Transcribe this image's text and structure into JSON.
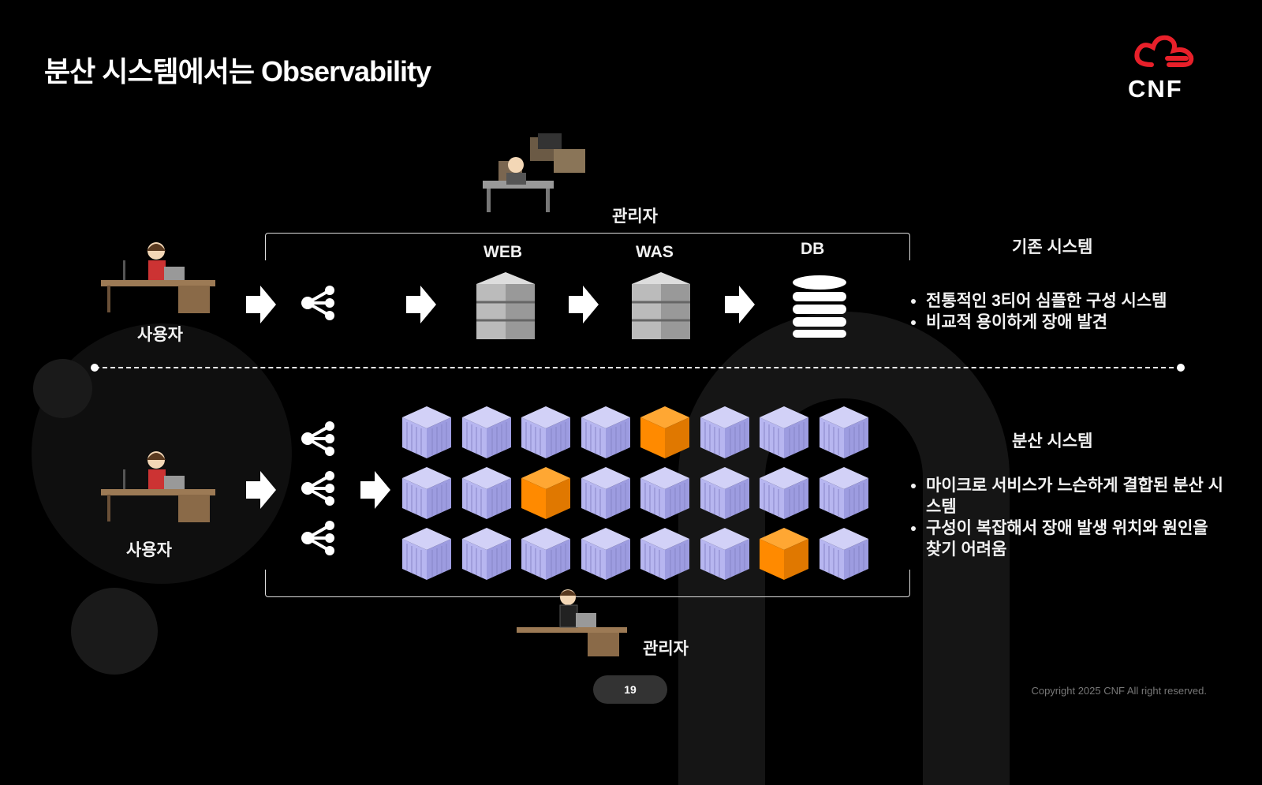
{
  "title": "분산 시스템에서는 Observability",
  "logo": {
    "text": "CNF",
    "color": "#e8202a"
  },
  "legacy": {
    "admin_label": "관리자",
    "user_label": "사용자",
    "tiers": [
      "WEB",
      "WAS",
      "DB"
    ],
    "heading": "기존 시스템",
    "bullets": [
      "전통적인 3티어 심플한 구성 시스템",
      "비교적 용이하게 장애 발견"
    ]
  },
  "distributed": {
    "admin_label": "관리자",
    "user_label": "사용자",
    "heading": "분산 시스템",
    "bullets": [
      "마이크로 서비스가 느슨하게 결합된 분산 시스템",
      "구성이 복잡해서 장애 발생 위치와 원인을 찾기 어려움"
    ],
    "grid_rows": 3,
    "grid_cols": 8,
    "failed_cells": [
      [
        0,
        4
      ],
      [
        1,
        2
      ],
      [
        2,
        6
      ]
    ],
    "colors": {
      "normal": "#b7b6f0",
      "failed": "#ff8a00"
    }
  },
  "page_number": "19",
  "copyright": "Copyright 2025 CNF All right reserved."
}
